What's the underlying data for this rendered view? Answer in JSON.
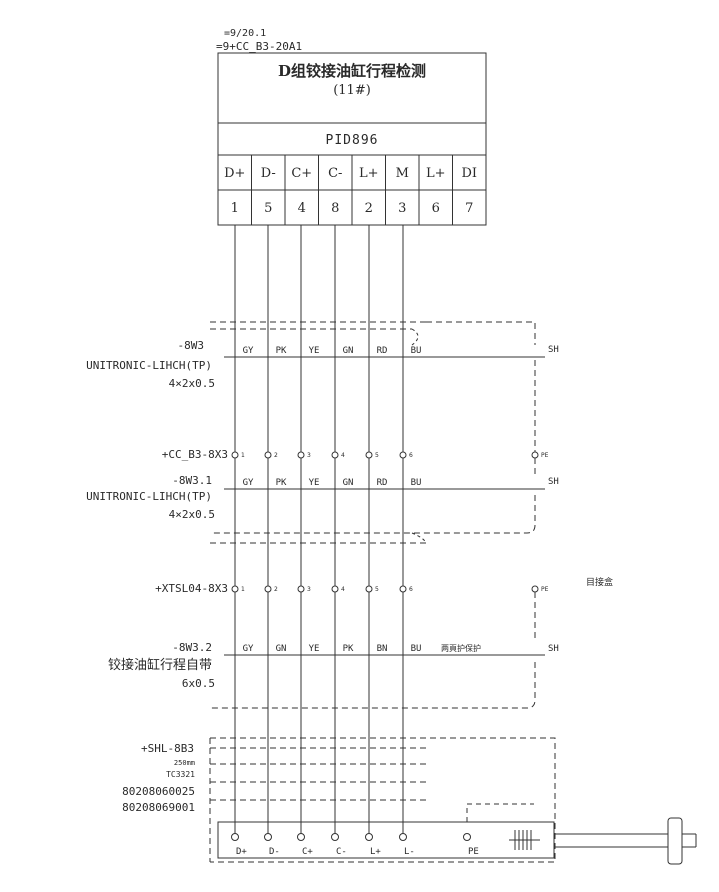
{
  "header": {
    "ref_top": "=9/20.1",
    "ref": "=9+CC_B3-20A1",
    "title_line1": "D组铰接油缸行程检测",
    "title_line2": "(11#)",
    "model": "PID896"
  },
  "terminals": [
    {
      "label": "D+",
      "num": "1"
    },
    {
      "label": "D-",
      "num": "5"
    },
    {
      "label": "C+",
      "num": "4"
    },
    {
      "label": "C-",
      "num": "8"
    },
    {
      "label": "L+",
      "num": "2"
    },
    {
      "label": "M",
      "num": "3"
    },
    {
      "label": "L+",
      "num": "6"
    },
    {
      "label": "DI",
      "num": "7"
    }
  ],
  "cable1": {
    "tag": "-8W3",
    "type": "UNITRONIC-LIHCH(TP)",
    "spec": "4×2x0.5",
    "colors": [
      "GY",
      "PK",
      "YE",
      "GN",
      "RD",
      "BU"
    ],
    "shield": "SH"
  },
  "junction1": {
    "tag": "+CC_B3-8X3",
    "nums": [
      "1",
      "2",
      "3",
      "4",
      "5",
      "6"
    ],
    "pe": "PE"
  },
  "cable2": {
    "tag": "-8W3.1",
    "type": "UNITRONIC-LIHCH(TP)",
    "spec": "4×2x0.5",
    "colors": [
      "GY",
      "PK",
      "YE",
      "GN",
      "RD",
      "BU"
    ],
    "shield": "SH"
  },
  "junction2": {
    "tag": "+XTSL04-8X3",
    "nums": [
      "1",
      "2",
      "3",
      "4",
      "5",
      "6"
    ],
    "pe": "PE",
    "box_note": "目接盒"
  },
  "cable3": {
    "tag": "-8W3.2",
    "type": "铰接油缸行程自带",
    "spec": "6x0.5",
    "colors": [
      "GY",
      "GN",
      "YE",
      "PK",
      "BN",
      "BU"
    ],
    "note": "两頁护保护",
    "shield": "SH"
  },
  "sensor": {
    "tag": "+SHL-8B3",
    "length": "250mm",
    "type": "TC3321",
    "part1": "80208060025",
    "part2": "80208069001",
    "pins": [
      "D+",
      "D-",
      "C+",
      "C-",
      "L+",
      "L-",
      "PE"
    ]
  }
}
